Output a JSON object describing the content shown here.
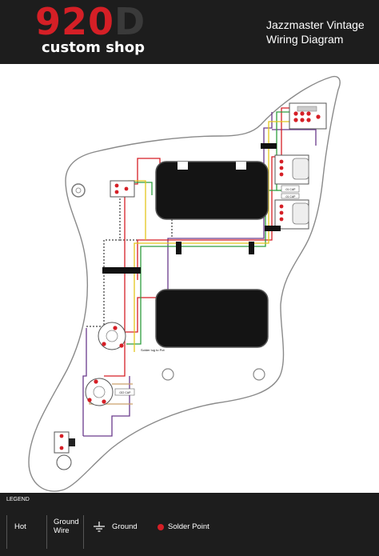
{
  "header": {
    "logo_number": "920",
    "logo_letter": "D",
    "logo_subtitle": "custom shop",
    "title_line1": "Jazzmaster Vintage",
    "title_line2": "Wiring Diagram"
  },
  "annotations": {
    "solder_lug": "Solder lug to Pot",
    "cap_upper_1": ".01 CAP",
    "cap_upper_2": ".01 CAP",
    "cap_lower": ".022 CAP"
  },
  "legend": {
    "heading": "LEGEND",
    "hot": "Hot",
    "ground_wire_line1": "Ground",
    "ground_wire_line2": "Wire",
    "ground": "Ground",
    "solder_point": "Solder Point"
  },
  "colors": {
    "header_bg": "#1d1d1d",
    "logo_red": "#d51f26",
    "solder_red": "#d51f26",
    "wire_red": "#d51f26",
    "wire_green": "#2e9e3e",
    "wire_yellow": "#e3c51c",
    "wire_purple": "#6a3a8c",
    "wire_black": "#111111"
  }
}
